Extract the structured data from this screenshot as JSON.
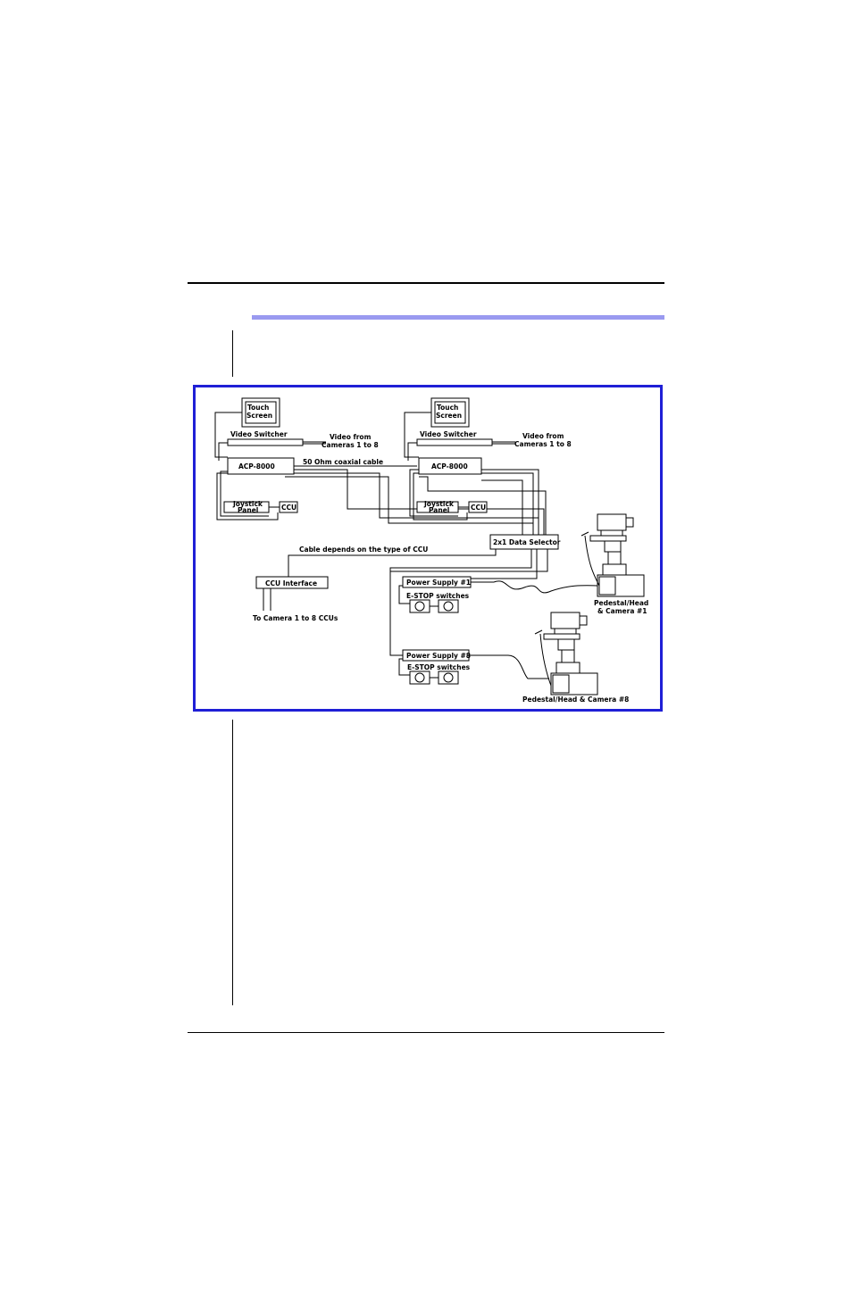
{
  "page": {
    "accent_color": "#9a9af0",
    "frame_color": "#1f1fd6"
  },
  "diagram": {
    "touch_screen_1": [
      "Touch",
      "Screen"
    ],
    "touch_screen_2": [
      "Touch",
      "Screen"
    ],
    "video_switcher_1": "Video Switcher",
    "video_switcher_2": "Video Switcher",
    "video_from_1": [
      "Video from",
      "Cameras 1 to 8"
    ],
    "video_from_2": [
      "Video from",
      "Cameras 1 to 8"
    ],
    "acp_1": "ACP-8000",
    "acp_2": "ACP-8000",
    "coax_label": "50 Ohm coaxial cable",
    "joystick_1": [
      "Joystick",
      "Panel"
    ],
    "joystick_2": [
      "Joystick",
      "Panel"
    ],
    "ccu_1": "CCU",
    "ccu_2": "CCU",
    "data_selector": "2x1 Data Selector",
    "cable_note": "Cable depends on the type of CCU",
    "ccu_interface": "CCU Interface",
    "to_camera_ccus": "To Camera 1 to 8 CCUs",
    "power_supply_1": "Power Supply #1",
    "power_supply_8": "Power Supply #8",
    "estop_1": "E-STOP switches",
    "estop_8": "E-STOP switches",
    "pedestal_1": [
      "Pedestal/Head",
      "& Camera #1"
    ],
    "pedestal_8": "Pedestal/Head & Camera #8"
  }
}
